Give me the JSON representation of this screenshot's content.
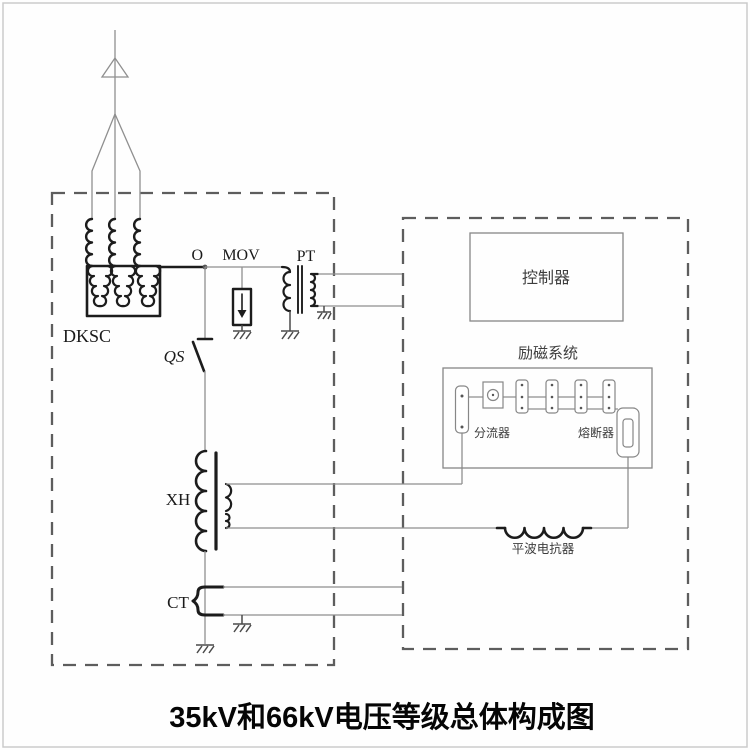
{
  "title": "35kV和66kV电压等级总体构成图",
  "labels": {
    "transformer": "DKSC",
    "node_o": "O",
    "arrester": "MOV",
    "voltage_transformer": "PT",
    "disconnector": "QS",
    "valve_side_transformer": "XH",
    "current_transformer": "CT",
    "controller": "控制器",
    "excitation_system": "励磁系统",
    "shunt": "分流器",
    "fuse": "熔断器",
    "smoothing_reactor": "平波电抗器"
  },
  "colors": {
    "thick_line": "#1c1c1c",
    "thin_line": "#8f8f8f",
    "dashed_border": "#5d5d5d",
    "cabinet_line": "#878787",
    "label_text": "#1a1a1a",
    "title_text": "#050505"
  }
}
